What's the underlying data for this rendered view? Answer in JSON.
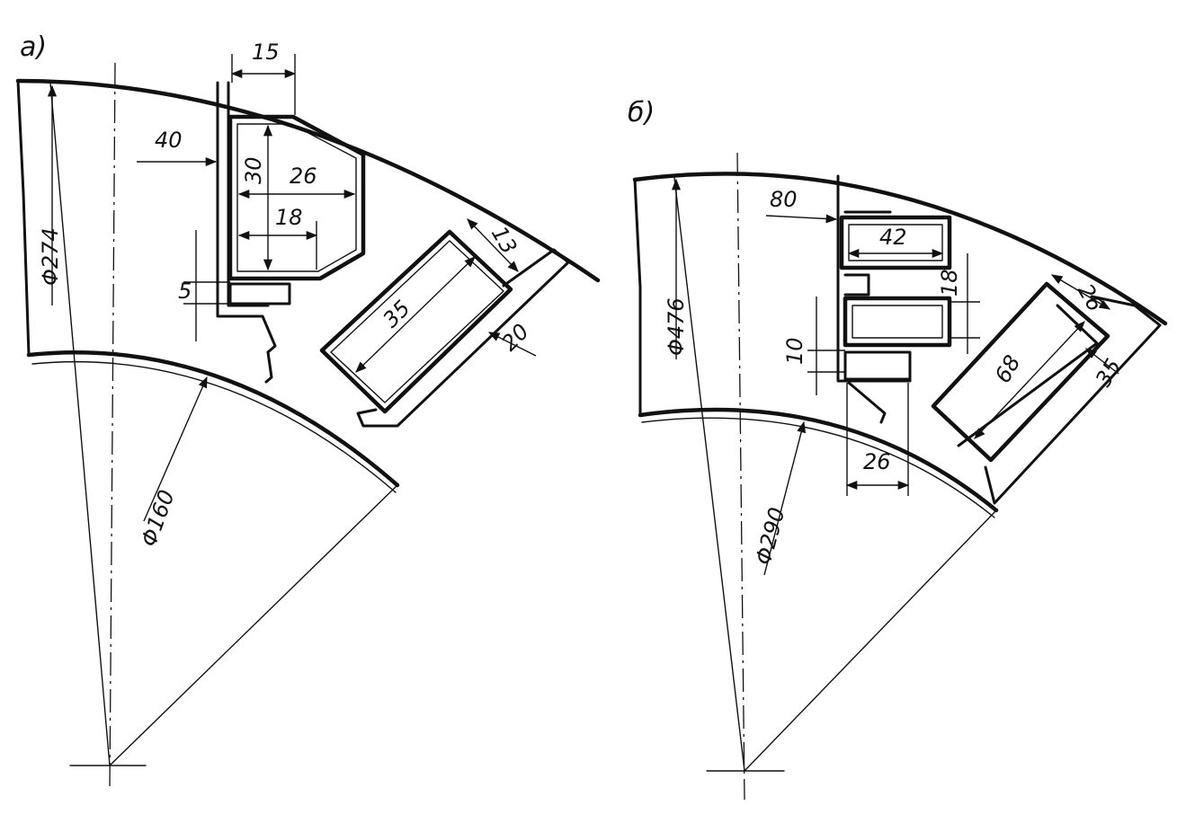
{
  "diagrams": [
    {
      "id": "a",
      "label": "a)",
      "dimensions": {
        "outer_diameter": "Φ274",
        "inner_diameter": "Φ160",
        "width_15": "15",
        "width_40": "40",
        "height_30": "30",
        "width_26": "26",
        "width_18": "18",
        "gap_5": "5",
        "length_35": "35",
        "width_13": "13",
        "width_20": "20"
      }
    },
    {
      "id": "b",
      "label": "б)",
      "dimensions": {
        "outer_diameter": "Φ476",
        "inner_diameter": "Φ290",
        "width_80": "80",
        "width_42": "42",
        "height_18": "18",
        "gap_10": "10",
        "width_26_bottom": "26",
        "length_68": "68",
        "width_26_right": "26",
        "width_35": "35"
      }
    }
  ]
}
